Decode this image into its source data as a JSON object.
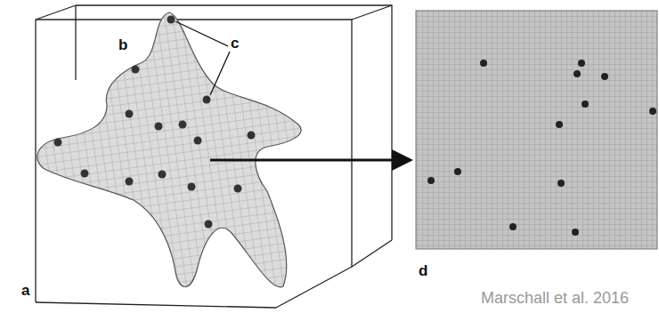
{
  "diagram": {
    "caption": "Marschall et al. 2016",
    "labels": [
      "a",
      "b",
      "c",
      "d"
    ]
  }
}
